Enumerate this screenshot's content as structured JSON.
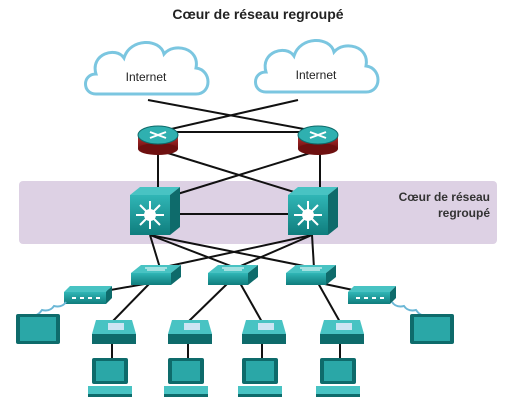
{
  "title": "Cœur de réseau regroupé",
  "core_band_label": "Cœur de réseau regroupé",
  "clouds": [
    {
      "label": "Internet"
    },
    {
      "label": "Internet"
    }
  ],
  "colors": {
    "teal": "#1b9a9a",
    "teal_dark": "#0e6b6b",
    "router_red": "#8b1c1c",
    "band": "#ddd1e4",
    "link": "#111111",
    "wireless": "#6bb7d6"
  },
  "icons": [
    "cloud-icon",
    "router-icon",
    "multilayer-switch-icon",
    "switch-icon",
    "wireless-access-point-icon",
    "ip-phone-icon",
    "pc-icon",
    "tablet-icon"
  ]
}
